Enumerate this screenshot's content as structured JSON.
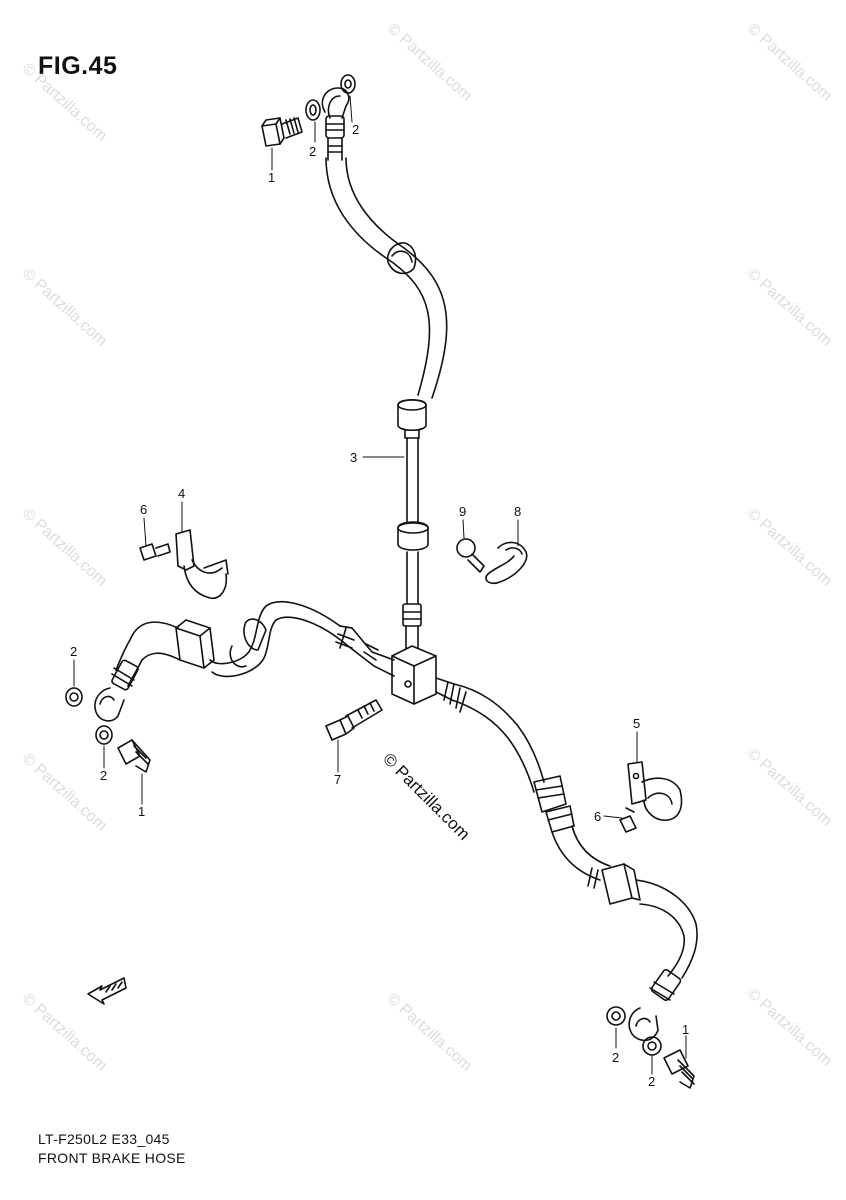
{
  "title": "FIG.45",
  "code": "LT-F250L2 E33_045",
  "name": "FRONT BRAKE HOSE",
  "watermark": "© Partzilla.com",
  "center_watermark": "© Partzilla.com",
  "callouts": {
    "c1a": "1",
    "c2a": "2",
    "c2b": "2",
    "c3": "3",
    "c4": "4",
    "c5": "5",
    "c6a": "6",
    "c6b": "6",
    "c7": "7",
    "c8": "8",
    "c9": "9",
    "c2c": "2",
    "c2d": "2",
    "c1b": "1",
    "c2e": "2",
    "c2f": "2",
    "c1c": "1"
  },
  "colors": {
    "line": "#111111",
    "watermark": "#dcdcdc"
  }
}
